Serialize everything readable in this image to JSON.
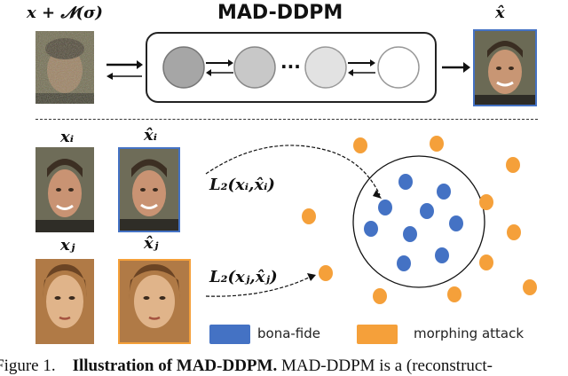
{
  "top": {
    "input_label": "𝒙 + 𝓝(𝝈)",
    "title": "MAD-DDPM",
    "output_label": "𝒙̂"
  },
  "pairs": {
    "xi_label": "𝒙ᵢ",
    "xi_hat_label": "𝒙̂ᵢ",
    "xj_label": "𝒙ⱼ",
    "xj_hat_label": "𝒙̂ⱼ",
    "loss_i": "L₂(𝒙ᵢ,𝒙̂ᵢ)",
    "loss_j": "L₂(𝒙ⱼ,𝒙̂ⱼ)"
  },
  "legend": {
    "bona_fide": "bona-fide",
    "morphing": "morphing attack"
  },
  "colors": {
    "bona_fide": "#4472c4",
    "morphing": "#f5a03a",
    "frame_real": "#4472c4",
    "frame_morph": "#f5a03a"
  },
  "caption": {
    "prefix": "Figure 1.",
    "bold": "Illustration of MAD-DDPM.",
    "rest": "MAD-DDPM is a (reconstruct-"
  }
}
